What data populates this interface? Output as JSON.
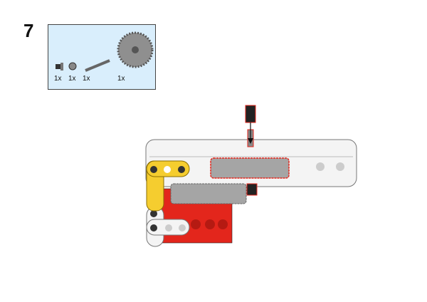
{
  "step_number": "7",
  "parts": [
    {
      "name": "axle-pin-with-bush",
      "qty": "1x"
    },
    {
      "name": "bush",
      "qty": "1x"
    },
    {
      "name": "axle",
      "qty": "1x"
    },
    {
      "name": "gear-40-tooth",
      "qty": "1x"
    }
  ],
  "colors": {
    "white": "#f4f4f4",
    "yellow": "#f5cd2f",
    "red": "#e3261c",
    "gray": "#a5a5a5",
    "black": "#222222",
    "highlight": "#e3261c"
  }
}
